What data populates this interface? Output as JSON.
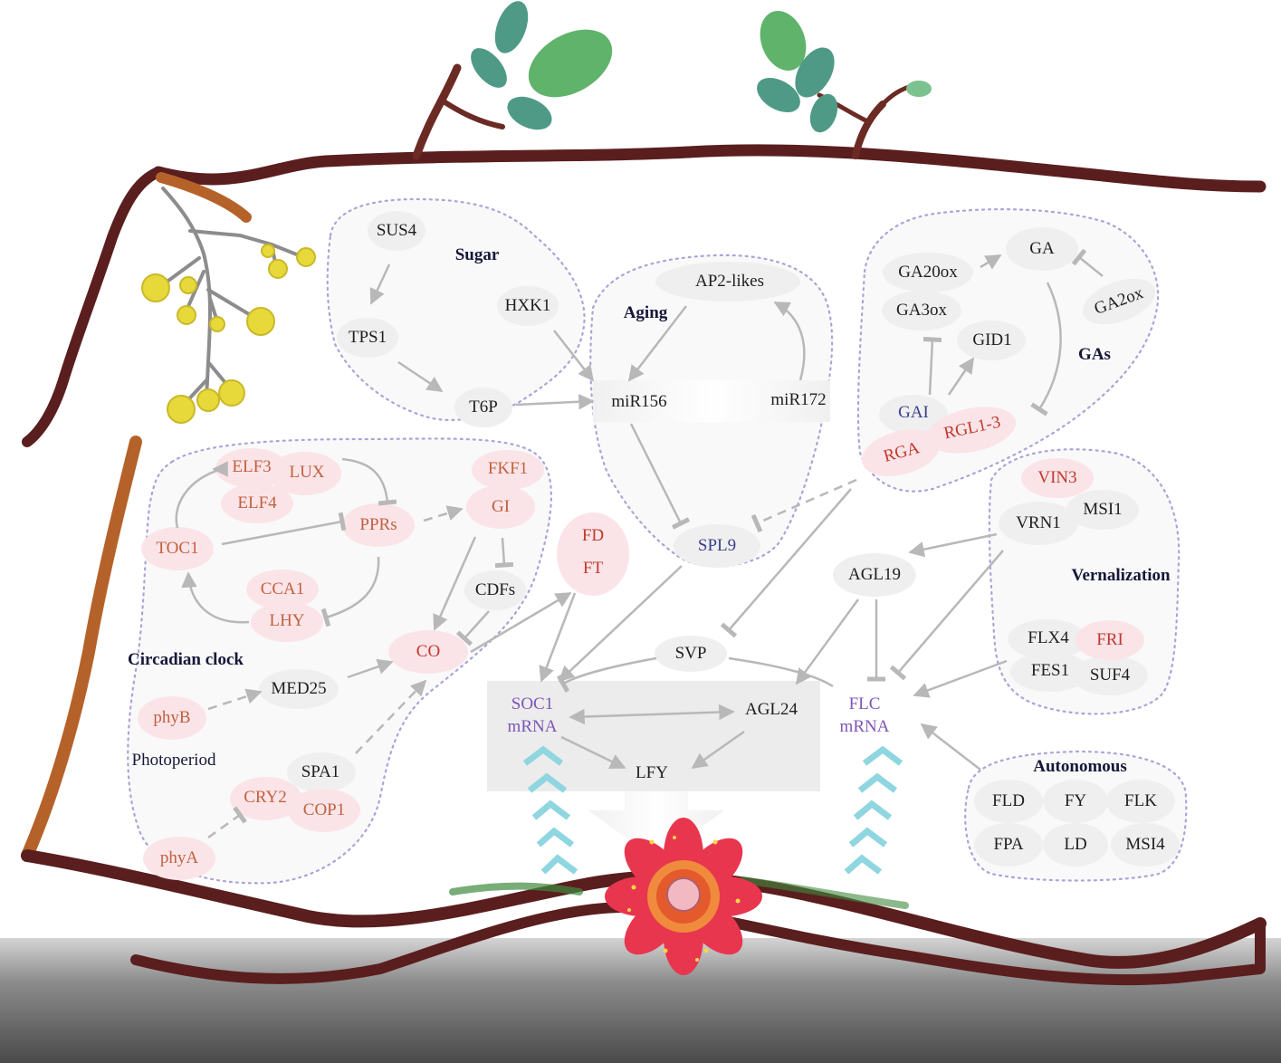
{
  "groups": {
    "sugar": "Sugar",
    "aging": "Aging",
    "gas": "GAs",
    "circadian": "Circadian clock",
    "photoperiod": "Photoperiod",
    "vernalization": "Vernalization",
    "autonomous": "Autonomous"
  },
  "sugar": {
    "sus4": "SUS4",
    "hxk1": "HXK1",
    "tps1": "TPS1",
    "t6p": "T6P"
  },
  "aging": {
    "ap2": "AP2-likes",
    "mir156": "miR156",
    "mir172": "miR172",
    "spl9": "SPL9"
  },
  "gas": {
    "ga": "GA",
    "ga20ox": "GA20ox",
    "ga3ox": "GA3ox",
    "ga2ox": "GA2ox",
    "gid1": "GID1",
    "gai": "GAI",
    "rgl13": "RGL1-3",
    "rga": "RGA"
  },
  "clock": {
    "elf3": "ELF3",
    "lux": "LUX",
    "elf4": "ELF4",
    "toc1": "TOC1",
    "pprs": "PPRs",
    "cca1": "CCA1",
    "lhy": "LHY",
    "fkf1": "FKF1",
    "gi": "GI",
    "cdfs": "CDFs",
    "co": "CO",
    "med25": "MED25",
    "phyb": "phyB",
    "spa1": "SPA1",
    "cry2": "CRY2",
    "cop1": "COP1",
    "phya": "phyA"
  },
  "florigen": {
    "fd": "FD",
    "ft": "FT"
  },
  "integrators": {
    "svp": "SVP",
    "soc1_line1": "SOC1",
    "soc1_line2": "mRNA",
    "agl24": "AGL24",
    "lfy": "LFY",
    "flc_line1": "FLC",
    "flc_line2": "mRNA",
    "agl19": "AGL19"
  },
  "vern": {
    "vin3": "VIN3",
    "msi1": "MSI1",
    "vrn1": "VRN1",
    "flx4": "FLX4",
    "fri": "FRI",
    "fes1": "FES1",
    "suf4": "SUF4"
  },
  "auton": {
    "fld": "FLD",
    "fy": "FY",
    "flk": "FLK",
    "fpa": "FPA",
    "ld": "LD",
    "msi4": "MSI4"
  },
  "colors": {
    "bark": "#5a1e1e",
    "bark_light": "#b5622a",
    "leaf_dark": "#4f9a86",
    "leaf_light": "#5fb36a",
    "flower": "#e8364f",
    "chevron": "#8fd6e0",
    "region_stroke": "#a9a5d6",
    "node_grey": "#efefef",
    "node_pink": "#fbe4e8",
    "arrow": "#b8b8b8",
    "ground": "#6d6d6d"
  }
}
